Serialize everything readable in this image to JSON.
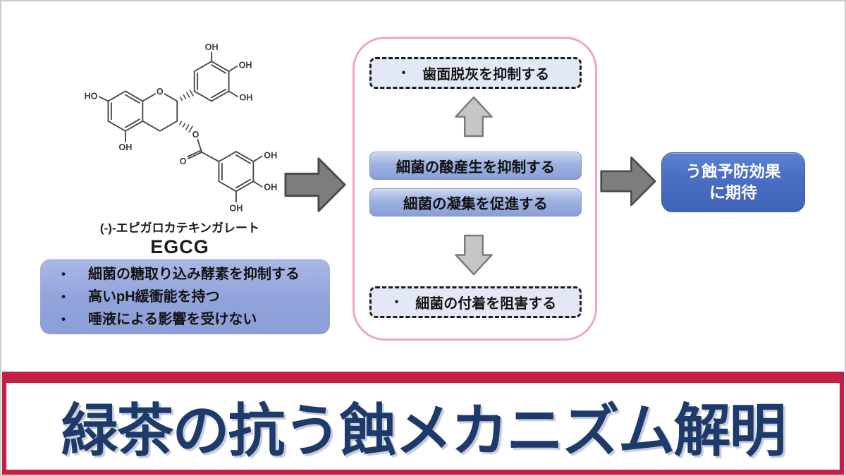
{
  "molecule": {
    "name": "(-)-エピガロカテキンガレート",
    "abbreviation": "EGCG",
    "label_ho": "HO",
    "label_oh": "OH",
    "label_o": "O"
  },
  "properties_box": {
    "bullet": "•",
    "items": [
      "細菌の糖取り込み酵素を抑制する",
      "高いpH緩衝能を持つ",
      "唾液による影響を受けない"
    ]
  },
  "mechanism_panel": {
    "bullet": "•",
    "top_effect": "歯面脱灰を抑制する",
    "actions": [
      "細菌の酸産生を抑制する",
      "細菌の凝集を促進する"
    ],
    "bottom_effect": "細菌の付着を阻害する"
  },
  "outcome_box": {
    "line1": "う蝕予防効果",
    "line2": "に期待"
  },
  "banner": {
    "title": "緑茶の抗う蝕メカニズム解明"
  },
  "colors": {
    "banner_red": "#C41E44",
    "title_navy": "#1E3A6B",
    "panel_border_pink": "#F2A6BB",
    "dashed_box_fill": "#E3E8F7",
    "action_box_top": "#CCD7F0",
    "action_box_bottom": "#8AA0D5",
    "properties_box_fill": "#92A3DB",
    "outcome_blue": "#4A6FC4",
    "flow_arrow_gray": "#7D7D7D",
    "small_arrow_gray": "#C6C6C6"
  }
}
